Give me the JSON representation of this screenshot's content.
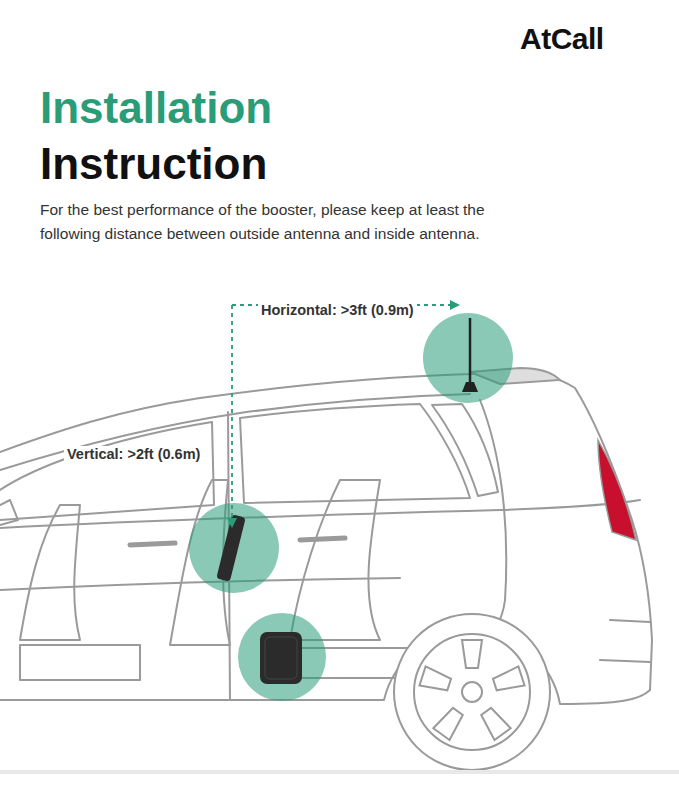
{
  "diagram": {
    "title": "Installation Instruction",
    "labels": [
      "AtCall",
      "For the best performance of the booster, please keep at least the following distance between outside antenna and inside antenna.",
      "Horizontal: >3ft (0.9m)",
      "Vertical: >2ft (0.6m)"
    ]
  }
}
